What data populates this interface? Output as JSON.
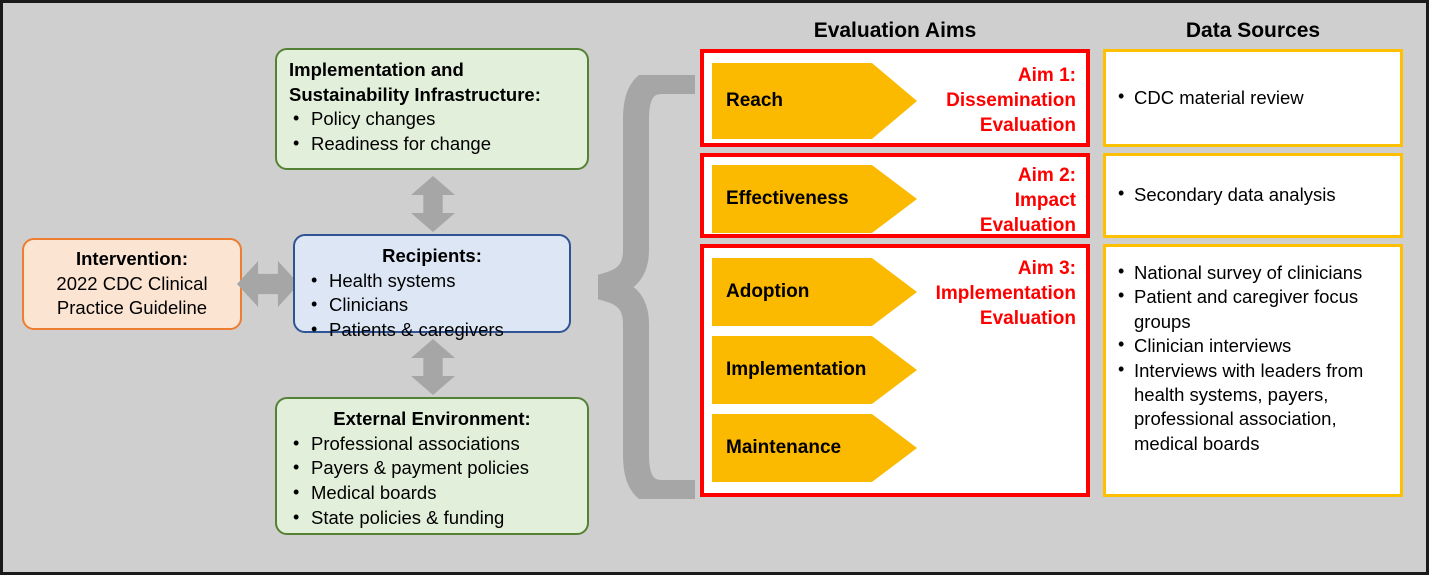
{
  "figure": {
    "colors": {
      "background": "#cfcfcf",
      "outer_border": "#1a1a1a",
      "green_fill": "#e2efda",
      "green_border": "#548235",
      "blue_fill": "#dce6f4",
      "blue_border": "#2e5496",
      "orange_fill": "#fce4d3",
      "orange_border": "#ed7d31",
      "arrow_gray": "#a6a6a6",
      "aim_border_red": "#ff0000",
      "chevron_amber": "#fbba00",
      "data_source_border": "#ffc000"
    }
  },
  "left_panel": {
    "intervention": {
      "title": "Intervention:",
      "lines": [
        "2022 CDC Clinical",
        "Practice Guideline"
      ]
    },
    "infrastructure": {
      "title_lines": [
        "Implementation and",
        "Sustainability Infrastructure:"
      ],
      "items": [
        "Policy changes",
        "Readiness for change"
      ]
    },
    "recipients": {
      "title": "Recipients:",
      "items": [
        "Health systems",
        "Clinicians",
        "Patients & caregivers"
      ]
    },
    "external_environment": {
      "title": "External Environment:",
      "items": [
        "Professional associations",
        "Payers & payment policies",
        "Medical boards",
        "State policies & funding"
      ]
    }
  },
  "headers": {
    "evaluation_aims": "Evaluation Aims",
    "data_sources": "Data Sources"
  },
  "aims": [
    {
      "label": "Aim 1:\nDissemination\nEvaluation",
      "components": [
        "Reach"
      ]
    },
    {
      "label": "Aim 2:\nImpact\nEvaluation",
      "components": [
        "Effectiveness"
      ]
    },
    {
      "label": "Aim 3:\nImplementation\nEvaluation",
      "components": [
        "Adoption",
        "Implementation",
        "Maintenance"
      ]
    }
  ],
  "data_sources": [
    {
      "items": [
        "CDC material review"
      ]
    },
    {
      "items": [
        "Secondary data analysis"
      ]
    },
    {
      "items": [
        "National survey of clinicians",
        "Patient and caregiver focus groups",
        "Clinician interviews",
        "Interviews with leaders from health systems, payers, professional association, medical boards"
      ]
    }
  ]
}
